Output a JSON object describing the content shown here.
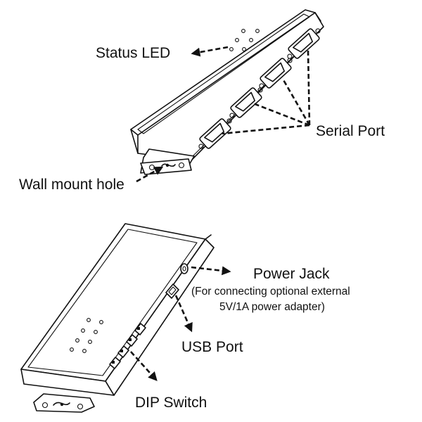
{
  "top_device": {
    "labels": {
      "status_led": "Status LED",
      "serial_port": "Serial Port",
      "wall_mount_hole": "Wall mount hole"
    }
  },
  "bottom_device": {
    "labels": {
      "power_jack": "Power Jack",
      "power_jack_note_line1": "(For connecting optional external",
      "power_jack_note_line2": "5V/1A power adapter)",
      "usb_port": "USB Port",
      "dip_switch": "DIP Switch"
    }
  },
  "colors": {
    "line": "#111111",
    "background": "#ffffff"
  }
}
